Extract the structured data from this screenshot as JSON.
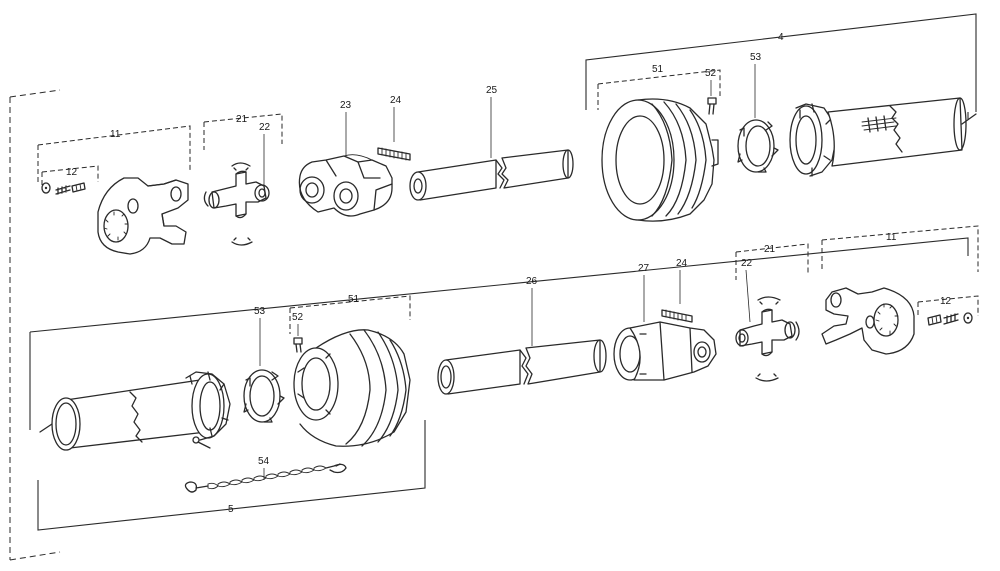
{
  "diagram": {
    "callouts": {
      "upper_assembly": "4",
      "lower_assembly": "5",
      "yoke_left": "11",
      "yoke_right": "11",
      "bolt_left": "12",
      "bolt_right": "12",
      "cross_kit_left": "21",
      "cross_kit_right": "21",
      "cross_left": "22",
      "cross_right": "22",
      "inner_yoke": "23",
      "pin_upper": "24",
      "pin_lower": "24",
      "tube_inner": "25",
      "tube_outer": "26",
      "outer_yoke": "27",
      "guard_cone_upper": "51",
      "guard_cone_lower": "51",
      "screw_upper": "52",
      "screw_lower": "52",
      "bearing_ring_upper": "53",
      "bearing_ring_lower": "53",
      "safety_chain": "54"
    }
  }
}
